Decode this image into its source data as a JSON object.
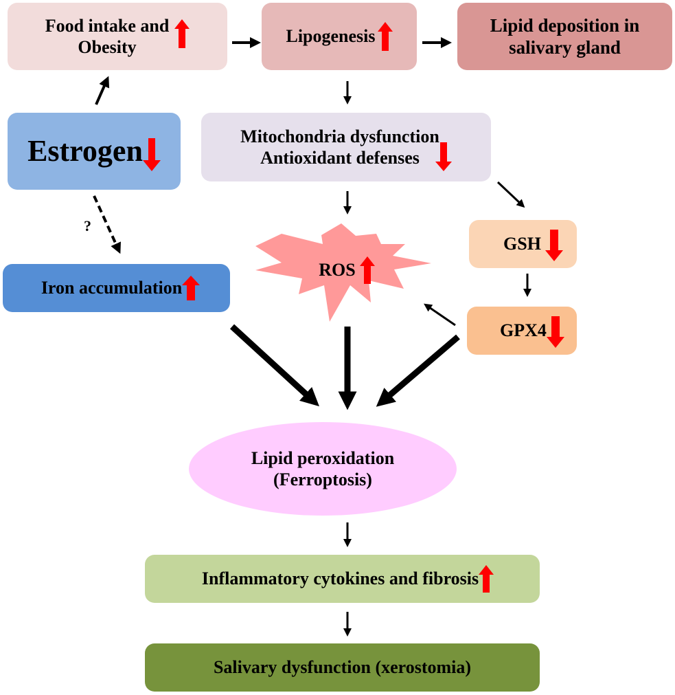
{
  "diagram": {
    "nodes": {
      "food": {
        "label": "Food intake and\nObesity",
        "trend": "up",
        "color": "#f2dcdb"
      },
      "lipogenesis": {
        "label": "Lipogenesis",
        "trend": "up",
        "color": "#e6b9b8"
      },
      "lipid_deposition": {
        "label": "Lipid deposition in\nsalivary gland",
        "trend": null,
        "color": "#d99694"
      },
      "estrogen": {
        "label": "Estrogen",
        "trend": "down",
        "color": "#8eb4e3"
      },
      "mito": {
        "label": "Mitochondria dysfunction\nAntioxidant defenses",
        "trend": "down",
        "color": "#e6e0ec"
      },
      "iron": {
        "label": "Iron accumulation",
        "trend": "up",
        "color": "#558ed5"
      },
      "ros": {
        "label": "ROS",
        "trend": "up",
        "color": "#ff9999"
      },
      "gsh": {
        "label": "GSH",
        "trend": "down",
        "color": "#fbd5b5"
      },
      "gpx4": {
        "label": "GPX4",
        "trend": "down",
        "color": "#fac090"
      },
      "lipid_perox": {
        "label": "Lipid peroxidation\n(Ferroptosis)",
        "trend": null,
        "color": "#ffccff"
      },
      "inflammatory": {
        "label": "Inflammatory cytokines and fibrosis",
        "trend": "up",
        "color": "#c3d69b"
      },
      "salivary": {
        "label": "Salivary dysfunction (xerostomia)",
        "trend": null,
        "color": "#77933c"
      }
    },
    "question_mark": "?",
    "edges": [
      {
        "from": "estrogen",
        "to": "food",
        "style": "solid"
      },
      {
        "from": "food",
        "to": "lipogenesis",
        "style": "solid"
      },
      {
        "from": "lipogenesis",
        "to": "lipid_deposition",
        "style": "solid"
      },
      {
        "from": "lipogenesis",
        "to": "mito",
        "style": "solid"
      },
      {
        "from": "estrogen",
        "to": "iron",
        "style": "dashed",
        "label": "?"
      },
      {
        "from": "mito",
        "to": "ros",
        "style": "solid"
      },
      {
        "from": "mito",
        "to": "gsh",
        "style": "solid"
      },
      {
        "from": "gsh",
        "to": "gpx4",
        "style": "solid"
      },
      {
        "from": "gpx4",
        "to": "ros",
        "style": "solid"
      },
      {
        "from": "iron",
        "to": "lipid_perox",
        "style": "bold"
      },
      {
        "from": "ros",
        "to": "lipid_perox",
        "style": "bold"
      },
      {
        "from": "gpx4",
        "to": "lipid_perox",
        "style": "bold"
      },
      {
        "from": "lipid_perox",
        "to": "inflammatory",
        "style": "solid"
      },
      {
        "from": "inflammatory",
        "to": "salivary",
        "style": "solid"
      }
    ],
    "trend_color": "#ff0000"
  }
}
